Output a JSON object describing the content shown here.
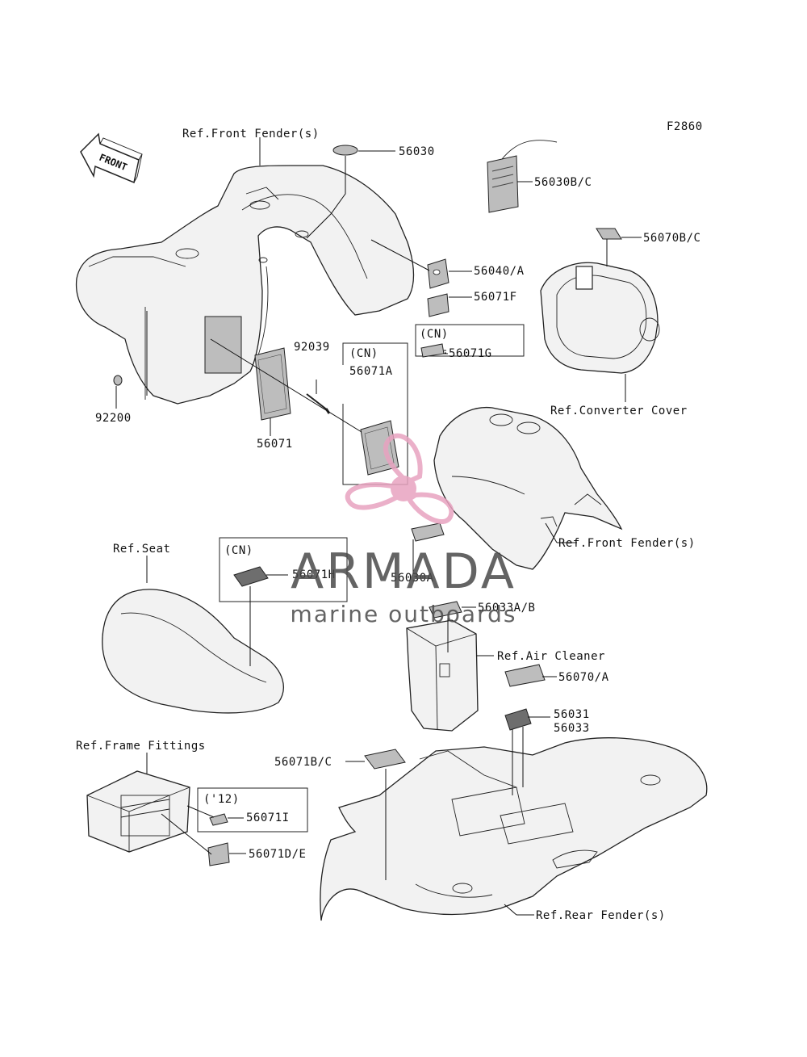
{
  "figure_code": "F2860",
  "front_arrow_text": "FRONT",
  "references": {
    "front_fender_top": "Ref.Front Fender(s)",
    "front_fender_right": "Ref.Front Fender(s)",
    "converter_cover": "Ref.Converter Cover",
    "seat": "Ref.Seat",
    "air_cleaner": "Ref.Air Cleaner",
    "frame_fittings": "Ref.Frame Fittings",
    "rear_fender": "Ref.Rear Fender(s)"
  },
  "parts": {
    "p56030": "56030",
    "p56030bc": "56030B/C",
    "p56070bc": "56070B/C",
    "p56040a": "56040/A",
    "p56071f": "56071F",
    "p56071g": "56071G",
    "p92039": "92039",
    "p56071a": "56071A",
    "p92200": "92200",
    "p56071": "56071",
    "p56030a": "56030A",
    "p56071h": "56071H",
    "p56033ab": "56033A/B",
    "p56070a": "56070/A",
    "p56031": "56031",
    "p56033": "56033",
    "p56071bc": "56071B/C",
    "p56071i": "56071I",
    "p56071de": "56071D/E"
  },
  "group_tags": {
    "cn_g": "(CN)",
    "cn_a": "(CN)",
    "cn_h": "(CN)",
    "y12": "('12)"
  },
  "watermark": {
    "brand": "ARMADA",
    "tagline": "marine outboards",
    "color": "#e8a3c0"
  }
}
